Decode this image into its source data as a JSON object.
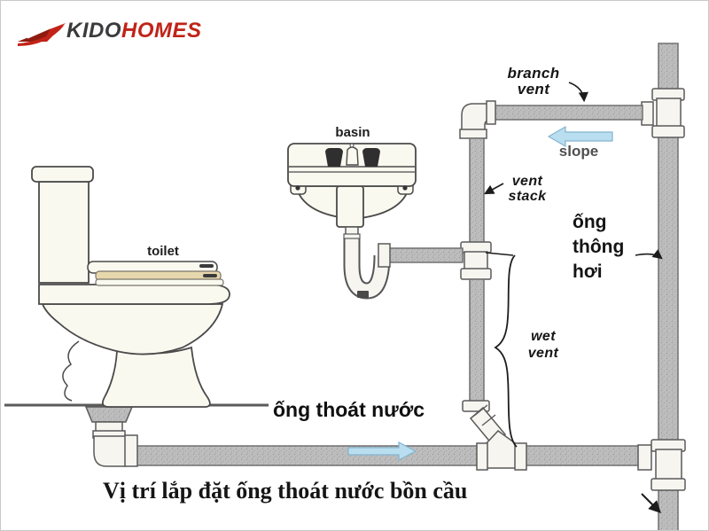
{
  "logo": {
    "kido": "KIDO",
    "homes": "HOMES"
  },
  "diagram": {
    "labels": {
      "branch_vent": {
        "line1": "branch",
        "line2": "vent"
      },
      "slope": "slope",
      "basin": "basin",
      "vent_stack": {
        "line1": "vent",
        "line2": "stack"
      },
      "vent_pipe_vi": {
        "line1": "ống",
        "line2": "thông",
        "line3": "hơi"
      },
      "toilet": "toilet",
      "wet_vent": {
        "line1": "wet",
        "line2": "vent"
      },
      "drain_pipe_vi": "ống thoát nước"
    },
    "caption": "Vị trí lắp đặt ống thoát nước bồn cầu",
    "colors": {
      "logo_red": "#c02418",
      "logo_dark": "#3b3b3d",
      "pipe_fill": "#bdbdbd",
      "pipe_edge": "#707070",
      "fitting_fill": "#f6f5f0",
      "fixture_fill": "#faf9f0",
      "outline": "#4a4a4a",
      "arrow_blue": "#b9def0",
      "seat_tan": "#e7d7ad"
    }
  }
}
